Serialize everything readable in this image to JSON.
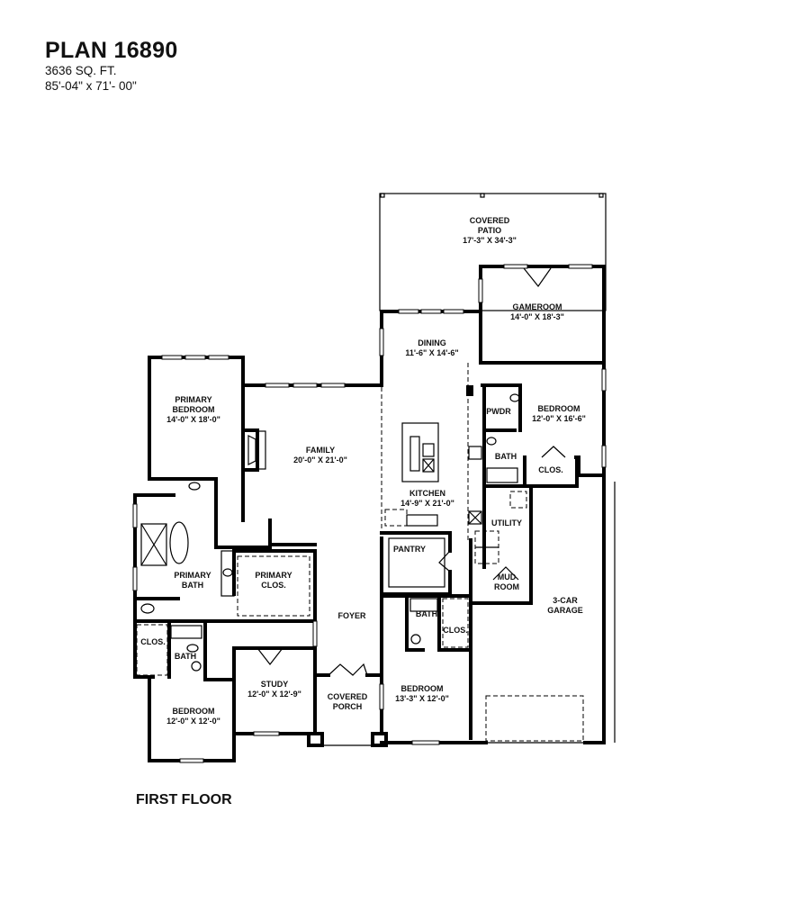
{
  "header": {
    "plan_title": "PLAN 16890",
    "sq_ft": "3636 SQ. FT.",
    "dimensions": "85'-04\" x 71'- 00\""
  },
  "floor_label": "FIRST FLOOR",
  "rooms": {
    "covered_patio": {
      "name1": "COVERED",
      "name2": "PATIO",
      "size": "17'-3\" X 34'-3\""
    },
    "gameroom": {
      "name": "GAMEROOM",
      "size": "14'-0\" X 18'-3\""
    },
    "dining": {
      "name": "DINING",
      "size": "11'-6\" X 14'-6\""
    },
    "bedroom_ne": {
      "name": "BEDROOM",
      "size": "12'-0\" X 16'-6\""
    },
    "pwdr": {
      "name": "PWDR"
    },
    "bath_ne": {
      "name": "BATH"
    },
    "clos_ne": {
      "name": "CLOS."
    },
    "primary_bedroom": {
      "name1": "PRIMARY",
      "name2": "BEDROOM",
      "size": "14'-0\" X 18'-0\""
    },
    "family": {
      "name": "FAMILY",
      "size": "20'-0\" X 21'-0\""
    },
    "kitchen": {
      "name": "KITCHEN",
      "size": "14'-9\" X 21'-0\""
    },
    "utility": {
      "name": "UTILITY"
    },
    "pantry": {
      "name": "PANTRY"
    },
    "mud_room": {
      "name1": "MUD",
      "name2": "ROOM"
    },
    "garage": {
      "name1": "3-CAR",
      "name2": "GARAGE"
    },
    "primary_bath": {
      "name1": "PRIMARY",
      "name2": "BATH"
    },
    "primary_clos": {
      "name1": "PRIMARY",
      "name2": "CLOS."
    },
    "foyer": {
      "name": "FOYER"
    },
    "bath_center": {
      "name": "BATH"
    },
    "clos_center": {
      "name": "CLOS."
    },
    "bedroom_se": {
      "name": "BEDROOM",
      "size": "13'-3\" X 12'-0\""
    },
    "clos_sw": {
      "name": "CLOS."
    },
    "bath_sw": {
      "name": "BATH"
    },
    "study": {
      "name": "STUDY",
      "size": "12'-0\" X 12'-9\""
    },
    "bedroom_sw": {
      "name": "BEDROOM",
      "size": "12'-0\" X 12'-0\""
    },
    "covered_porch": {
      "name1": "COVERED",
      "name2": "PORCH"
    }
  }
}
